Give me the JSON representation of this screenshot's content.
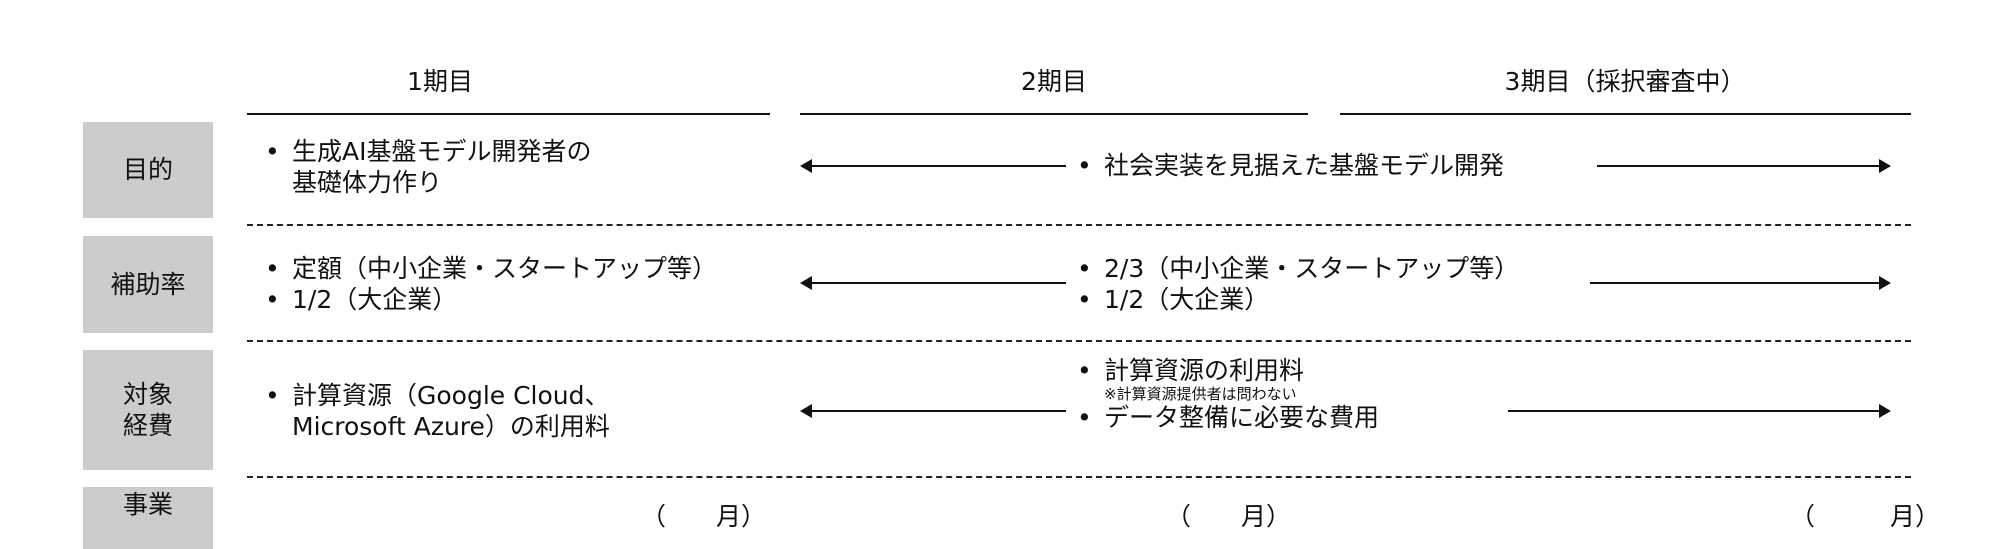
{
  "header": {
    "columns": [
      {
        "label": "1期目"
      },
      {
        "label": "2期目"
      },
      {
        "label": "3期目（採択審査中）"
      }
    ]
  },
  "rows": [
    {
      "label": "目的",
      "phase1": [
        "生成AI基盤モデル開発者の",
        "基礎体力作り"
      ],
      "phase2_3": [
        "社会実装を見据えた基盤モデル開発"
      ]
    },
    {
      "label": "補助率",
      "phase1": [
        "定額（中小企業・スタートアップ等）",
        "1/2（大企業）"
      ],
      "phase2_3": [
        "2/3（中小企業・スタートアップ等）",
        "1/2（大企業）"
      ]
    },
    {
      "label_line1": "対象",
      "label_line2": "経費",
      "phase1": [
        "計算資源（Google Cloud、",
        "Microsoft Azure）の利用料"
      ],
      "phase2_3": [
        "計算資源の利用料",
        "※計算資源提供者は問わない",
        "データ整備に必要な費用"
      ]
    },
    {
      "label": "事業",
      "partial_cells": [
        "（　　月）",
        "（　　月）",
        "（　　　月）"
      ]
    }
  ],
  "colors": {
    "label_bg": "#cccccc",
    "text": "#111111",
    "line": "#111111"
  }
}
